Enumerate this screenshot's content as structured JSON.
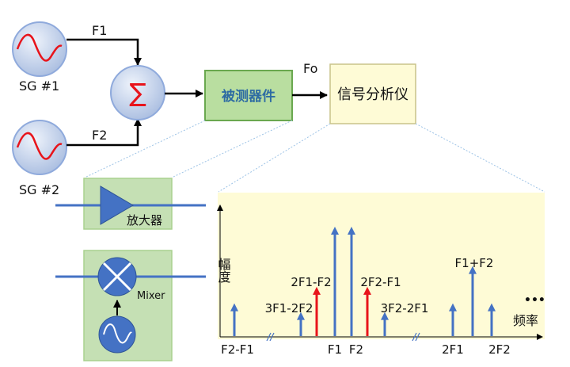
{
  "signal_generators": [
    {
      "label": "SG #1",
      "freq_label": "F1"
    },
    {
      "label": "SG #2",
      "freq_label": "F2"
    }
  ],
  "summer_symbol": "∑",
  "output_label": "Fo",
  "dut_label": "被测器件",
  "analyzer_label": "信号分析仪",
  "amplifier_label": "放大器",
  "mixer_label": "Mixer",
  "spectrum": {
    "y_axis_label": "幅度",
    "x_axis_label": "频率",
    "ellipsis": "•••",
    "tones": [
      {
        "label": "F2-F1",
        "color": "#4472c4",
        "rel_height": 0.3
      },
      {
        "label": "3F1-2F2",
        "color": "#4472c4",
        "rel_height": 0.22
      },
      {
        "label": "2F1-F2",
        "color": "#e8141b",
        "rel_height": 0.45
      },
      {
        "label": "F1",
        "color": "#4472c4",
        "rel_height": 1.0
      },
      {
        "label": "F2",
        "color": "#4472c4",
        "rel_height": 1.0
      },
      {
        "label": "2F2-F1",
        "color": "#e8141b",
        "rel_height": 0.45
      },
      {
        "label": "3F2-2F1",
        "color": "#4472c4",
        "rel_height": 0.22
      },
      {
        "label": "2F1",
        "color": "#4472c4",
        "rel_height": 0.3
      },
      {
        "label": "F1+F2",
        "color": "#4472c4",
        "rel_height": 0.64
      },
      {
        "label": "2F2",
        "color": "#4472c4",
        "rel_height": 0.3
      }
    ]
  }
}
